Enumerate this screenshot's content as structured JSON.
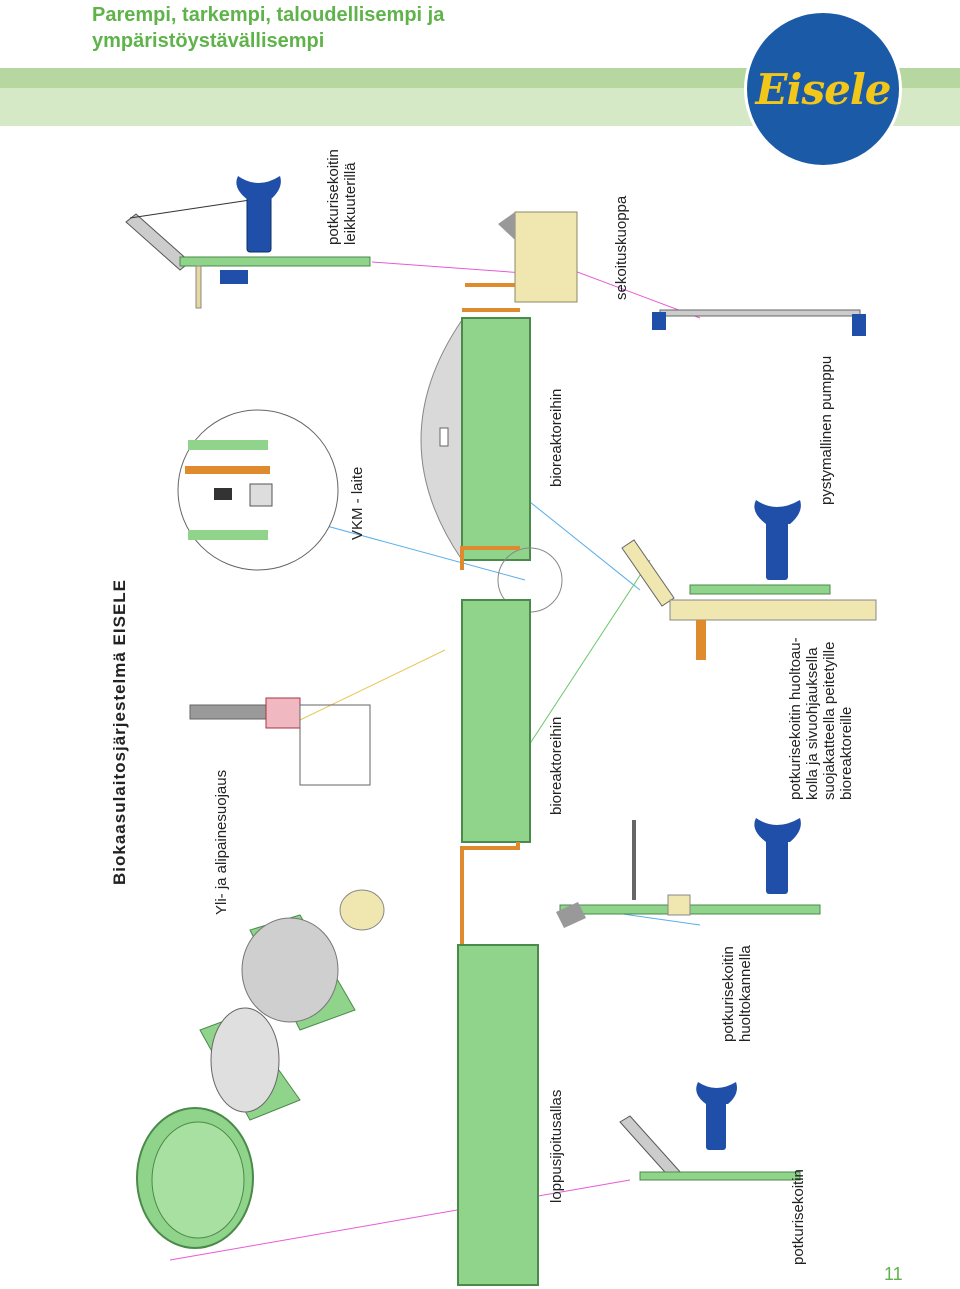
{
  "header": {
    "title": "Parempi, tarkempi, taloudellisempi ja ympäristöystävällisempi"
  },
  "logo": {
    "text": "Eisele",
    "colors": {
      "background": "#1a5aa6",
      "text": "#f3c61a"
    }
  },
  "diagram": {
    "title": "Biokaasulaitosjärjestelmä EISELE",
    "labels": {
      "overpressure": "Yli- ja alipainesuojaus",
      "vkm": "VKM - laite",
      "mixer_cutters": "potkurisekoitin\nleikkuuterillä",
      "bioreactors_top": "bioreaktoreihin",
      "bioreactors_bottom": "bioreaktoreihin",
      "mixing_pit": "sekoituskuoppa",
      "vertical_pump": "pystymallinen pumppu",
      "final_storage": "loppusijoitusallas",
      "mixer": "potkurisekoitin",
      "mixer_service_cover": "potkurisekoitin\nhuoltokannella",
      "mixer_service_hatch": "potkurisekoitin huoltoau-\nkolla ja sivuohjauksella\nsuojakatteella peitetyille\nbioreaktoreille"
    },
    "colors": {
      "tank_green": "#8fd48a",
      "tank_dark": "#5aa55a",
      "pipe_orange": "#e08a2e",
      "pipe_grey": "#9a9a9a",
      "mixer_blue": "#1f4fa8",
      "pointer_pink": "#e85ad8",
      "pointer_blue": "#5aaee8",
      "pointer_yellow": "#e8c85a",
      "sand": "#f0e6b0"
    }
  },
  "page": {
    "number": "11"
  }
}
